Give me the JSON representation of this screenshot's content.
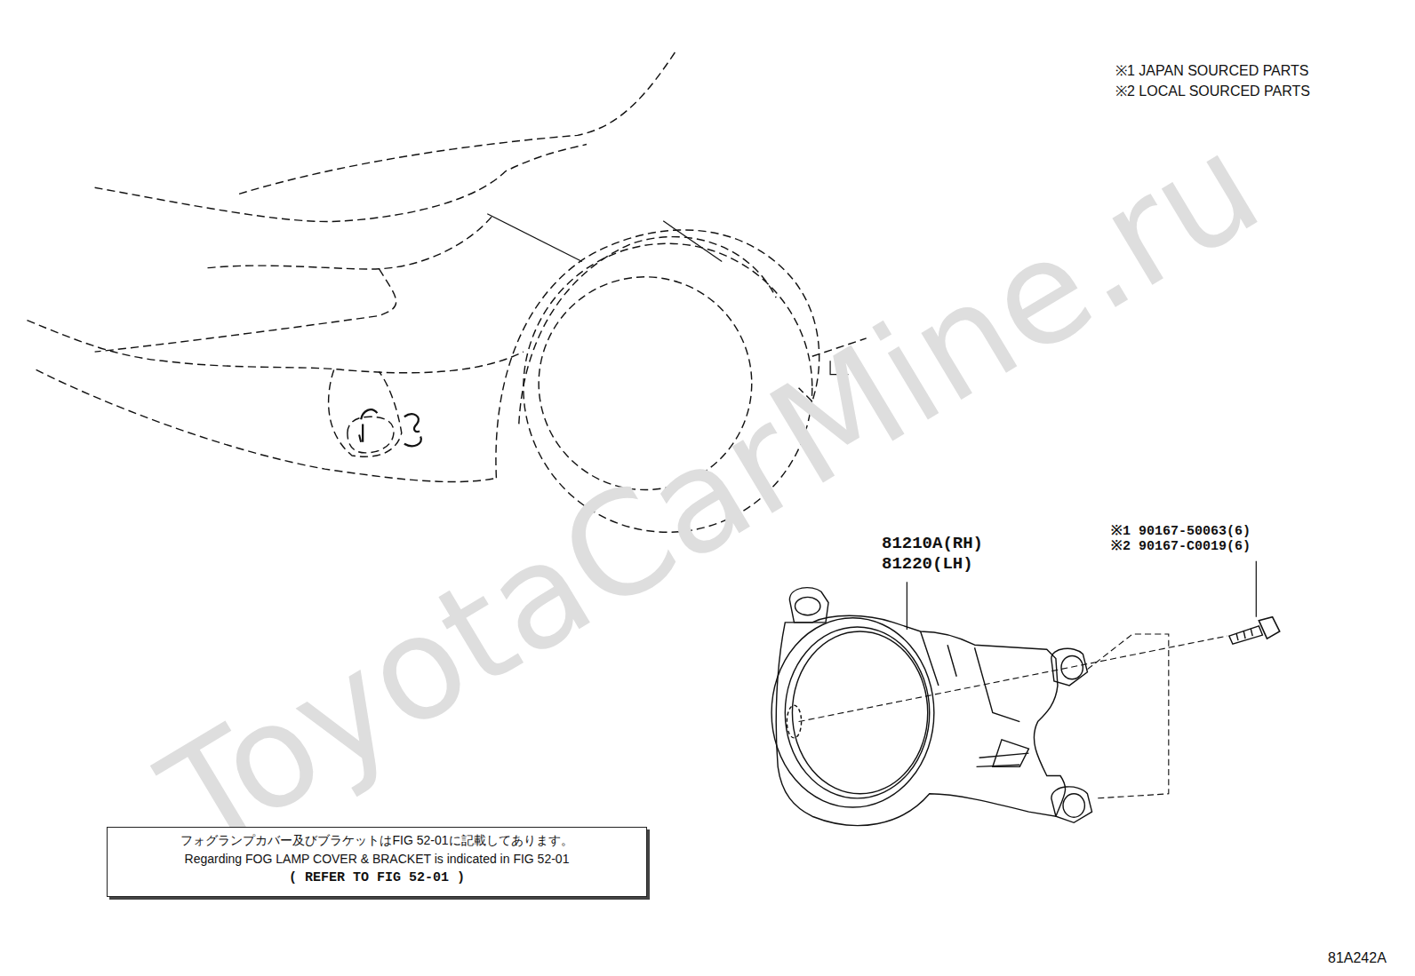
{
  "diagram": {
    "nodes": [
      {
        "text": [
          "フォグランプカバー及びブラケットはFIG 52-01に記載してあります。",
          "Regarding FOG LAMP COVER & BRACKET is indicated in FIG 52-01",
          "(   REFER TO FIG 52-01   )"
        ]
      }
    ],
    "labels": [
      "ToyotaCarMine.ru",
      "※1 JAPAN SOURCED PARTS",
      "※2 LOCAL SOURCED PARTS",
      "81210A(RH)",
      "81220(LH)",
      "※1 90167-50063(6)",
      "※2 90167-C0019(6)",
      "81A242A"
    ]
  }
}
